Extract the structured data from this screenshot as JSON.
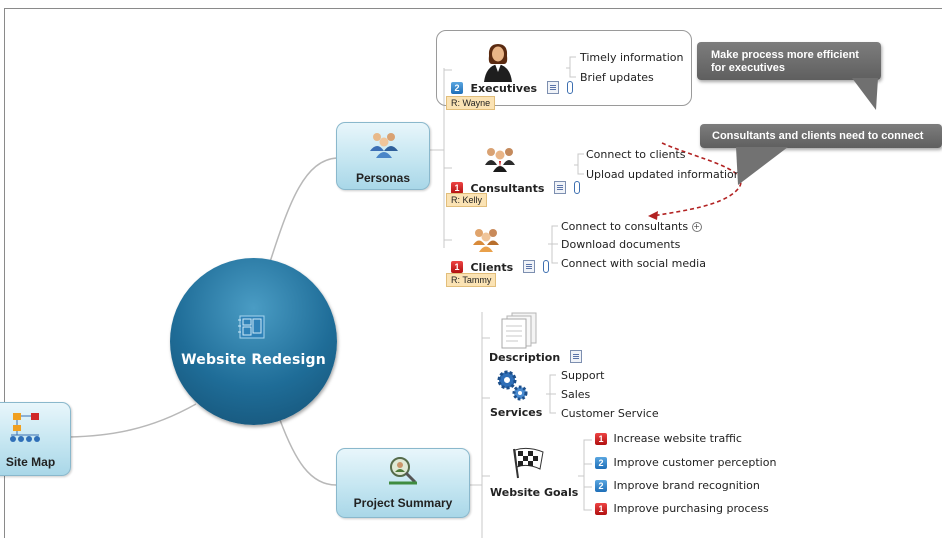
{
  "central": {
    "label": "Website Redesign",
    "icon": "website-blueprint-icon"
  },
  "topics": {
    "personas": {
      "label": "Personas",
      "icon": "people-group-icon"
    },
    "project_summary": {
      "label": "Project Summary",
      "icon": "magnifier-person-icon"
    },
    "site_map": {
      "label": "Site Map",
      "icon": "sitemap-icon"
    }
  },
  "personas": {
    "executives": {
      "label": "Executives",
      "priority": "2",
      "resource": "R: Wayne",
      "leaves": [
        "Timely information",
        "Brief updates"
      ],
      "callout": "Make process more efficient for executives"
    },
    "consultants": {
      "label": "Consultants",
      "priority": "1",
      "resource": "R: Kelly",
      "leaves": [
        "Connect to clients",
        "Upload updated information"
      ]
    },
    "clients": {
      "label": "Clients",
      "priority": "1",
      "resource": "R: Tammy",
      "leaves": [
        "Connect to consultants",
        "Download documents",
        "Connect with social media"
      ]
    },
    "relationship_callout": "Consultants and clients need to connect"
  },
  "summary": {
    "description": {
      "label": "Description"
    },
    "services": {
      "label": "Services",
      "leaves": [
        "Support",
        "Sales",
        "Customer Service"
      ]
    },
    "goals": {
      "label": "Website Goals",
      "items": [
        {
          "priority": "1",
          "label": "Increase website traffic"
        },
        {
          "priority": "2",
          "label": "Improve customer perception"
        },
        {
          "priority": "2",
          "label": "Improve brand recognition"
        },
        {
          "priority": "1",
          "label": "Improve purchasing process"
        }
      ]
    }
  },
  "colors": {
    "central": "#1f6d98",
    "topic": "#c5e6f1",
    "priority_red": "#c81a1a",
    "priority_blue": "#2f7fc6",
    "resource": "#fbe3b4",
    "callout": "#6e6e6e",
    "relationship": "#b22222"
  }
}
